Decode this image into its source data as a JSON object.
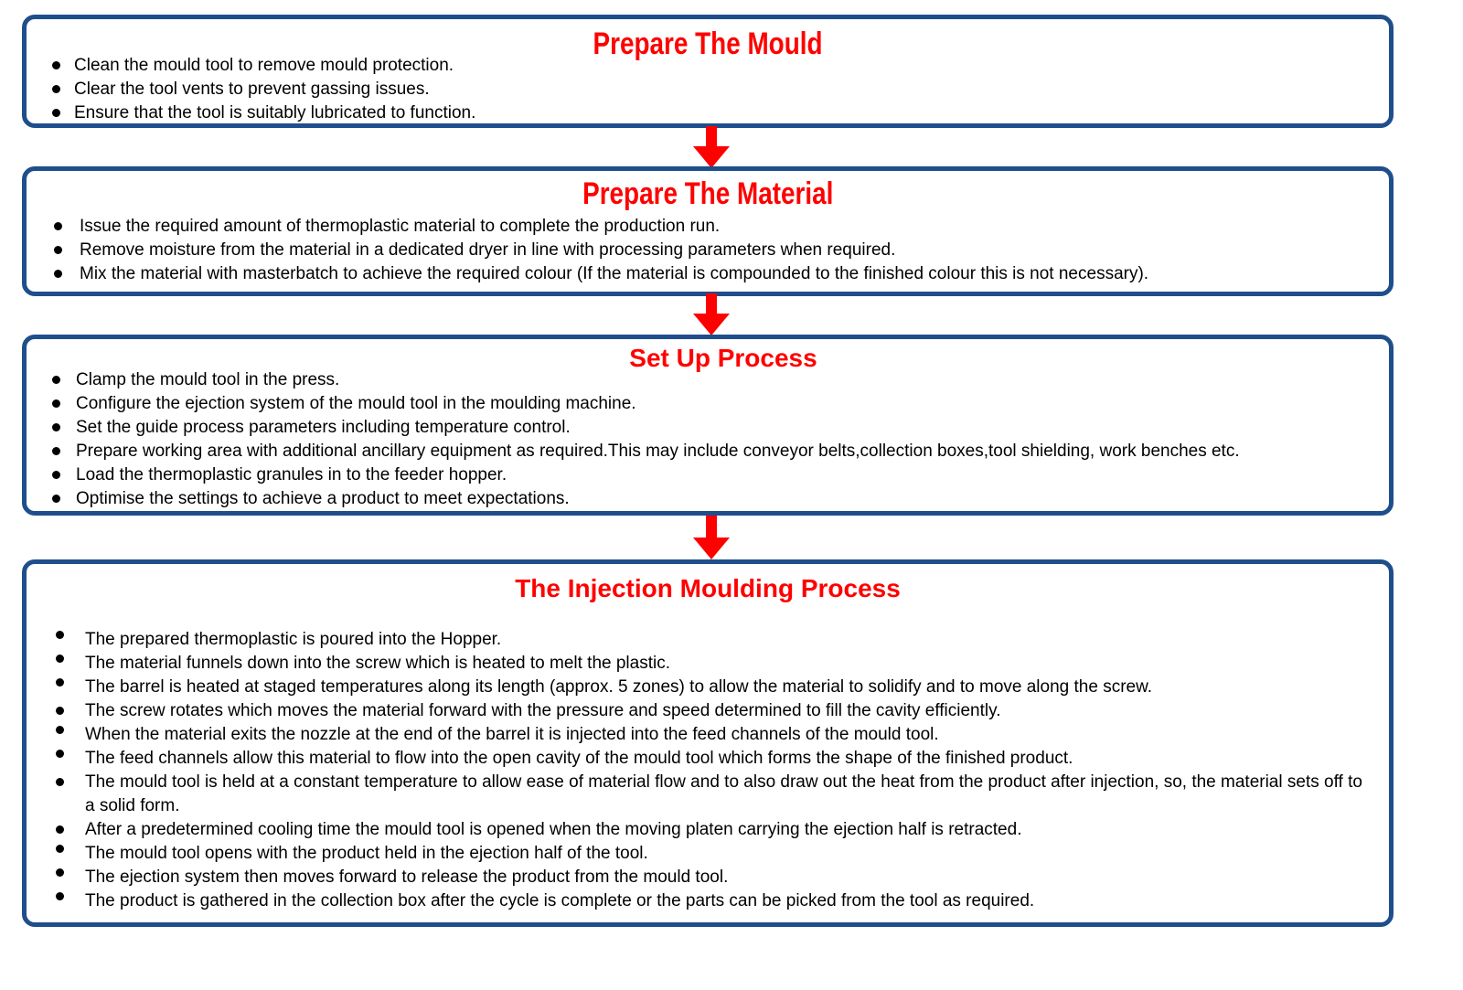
{
  "colors": {
    "border": "#1f4e8c",
    "title": "#ff0000",
    "arrow": "#ff0000",
    "text": "#000000"
  },
  "steps": [
    {
      "title": "Prepare The Mould",
      "items": [
        "Clean the mould tool to remove mould protection.",
        "Clear the tool vents to prevent gassing issues.",
        "Ensure that the tool is suitably lubricated to function."
      ]
    },
    {
      "title": "Prepare The Material",
      "items": [
        "Issue the required amount of thermoplastic material to complete the production run.",
        "Remove moisture from the material in a dedicated dryer in line with processing parameters when required.",
        "Mix the material with masterbatch to achieve the required colour (If the material is compounded to the finished  colour this is not necessary)."
      ]
    },
    {
      "title": "Set Up Process",
      "items": [
        "Clamp the mould tool in the press.",
        "Configure the ejection system of the mould tool in the moulding machine.",
        "Set the guide process parameters including temperature control.",
        "Prepare working area with additional ancillary equipment as required.This may include conveyor belts,collection boxes,tool shielding, work benches etc.",
        "Load the thermoplastic granules in to the feeder hopper.",
        "Optimise the settings to achieve a product to meet expectations."
      ]
    },
    {
      "title": "The Injection Moulding Process",
      "items": [
        "The prepared thermoplastic is poured into the Hopper.",
        "The material funnels down into the screw which is heated to melt the plastic.",
        "The barrel is heated at staged temperatures along its length (approx. 5 zones) to allow the material to solidify and to move along the screw.",
        "The screw rotates which moves the material forward with the pressure and speed determined to fill the cavity efficiently.",
        "When the material exits the nozzle at the end of the barrel it is injected into the feed channels of the mould tool.",
        "The feed channels allow this material to flow into the open cavity of the mould tool which forms the shape of the finished product.",
        "The mould tool is held at a constant temperature to allow ease of material flow and to also draw out the heat from the product after injection, so, the material sets off to a solid form.",
        "After a predetermined cooling time the mould tool is opened when the moving platen carrying the ejection half is retracted.",
        "The mould tool opens with the product held in the ejection half of the tool.",
        "The ejection system then moves forward to release the product from the mould tool.",
        "The product is gathered in the collection box after the cycle is complete or the parts can be picked from the tool as required."
      ]
    }
  ]
}
